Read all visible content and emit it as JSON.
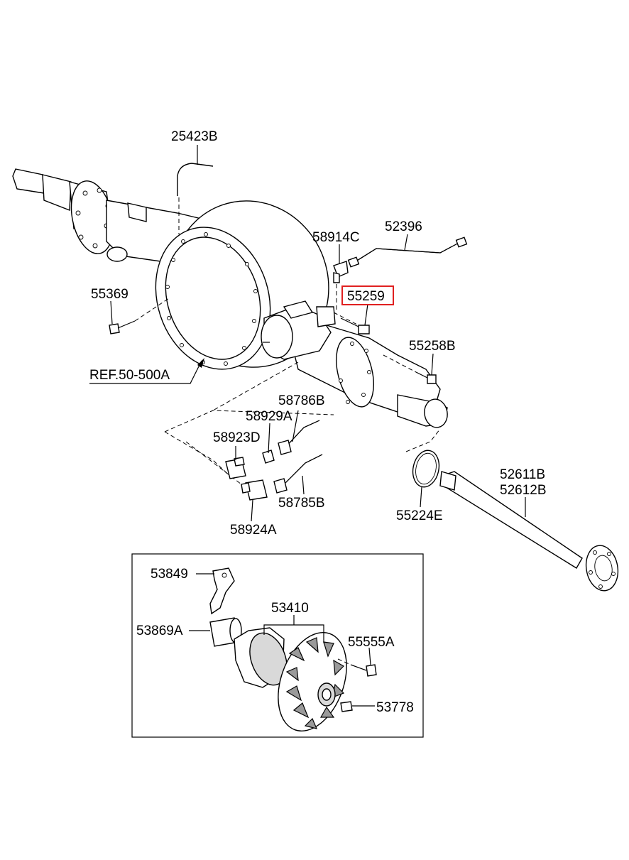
{
  "diagram": {
    "callouts": [
      {
        "id": "p25423b",
        "text": "25423B"
      },
      {
        "id": "p58914c",
        "text": "58914C"
      },
      {
        "id": "p52396",
        "text": "52396"
      },
      {
        "id": "p55259",
        "text": "55259",
        "highlighted": true
      },
      {
        "id": "p55369",
        "text": "55369"
      },
      {
        "id": "p55258b",
        "text": "55258B"
      },
      {
        "id": "pref",
        "text": "REF.50-500A"
      },
      {
        "id": "p58786b",
        "text": "58786B"
      },
      {
        "id": "p58929a",
        "text": "58929A"
      },
      {
        "id": "p58923d",
        "text": "58923D"
      },
      {
        "id": "p58785b",
        "text": "58785B"
      },
      {
        "id": "p58924a",
        "text": "58924A"
      },
      {
        "id": "p52611b",
        "text": "52611B"
      },
      {
        "id": "p52612b",
        "text": "52612B"
      },
      {
        "id": "p55224e",
        "text": "55224E"
      },
      {
        "id": "p53849",
        "text": "53849"
      },
      {
        "id": "p53410",
        "text": "53410"
      },
      {
        "id": "p53869a",
        "text": "53869A"
      },
      {
        "id": "p55555a",
        "text": "55555A"
      },
      {
        "id": "p53778",
        "text": "53778"
      }
    ],
    "highlight_color": "#e02020",
    "line_color": "#000000"
  }
}
